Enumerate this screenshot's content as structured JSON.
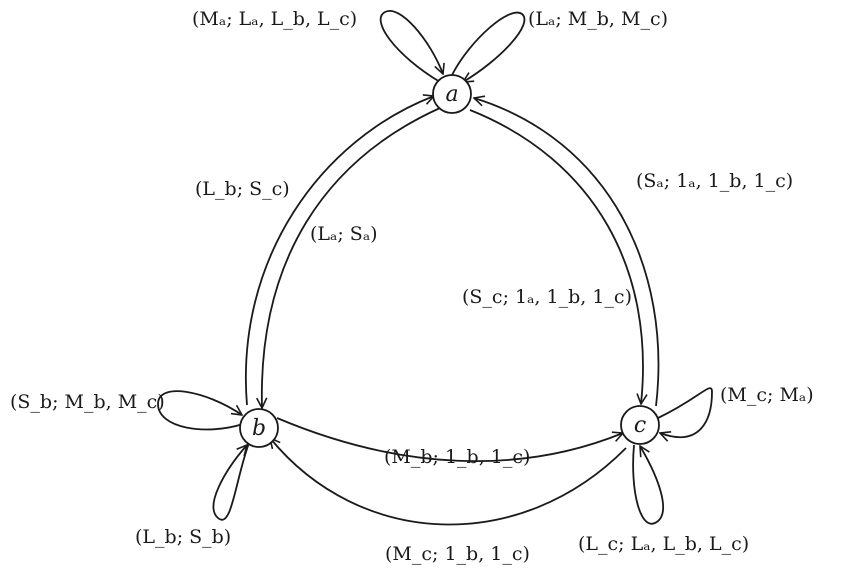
{
  "nodes": {
    "a": "a",
    "b": "b",
    "c": "c"
  },
  "edges": {
    "loop_a_left": "(Mₐ; Lₐ, L_b, L_c)",
    "loop_a_right": "(Lₐ; M_b, M_c)",
    "b_to_a": "(L_b; S_c)",
    "a_to_b": "(Lₐ; Sₐ)",
    "c_to_a": "(Sₐ; 1ₐ, 1_b, 1_c)",
    "a_to_c": "(S_c; 1ₐ, 1_b, 1_c)",
    "loop_b_left": "(S_b; M_b, M_c)",
    "loop_b_bottom": "(L_b; S_b)",
    "b_to_c": "(M_b; 1_b, 1_c)",
    "c_to_b": "(M_c; 1_b, 1_c)",
    "loop_c_right": "(M_c; Mₐ)",
    "loop_c_bottom": "(L_c; Lₐ, L_b, L_c)"
  }
}
